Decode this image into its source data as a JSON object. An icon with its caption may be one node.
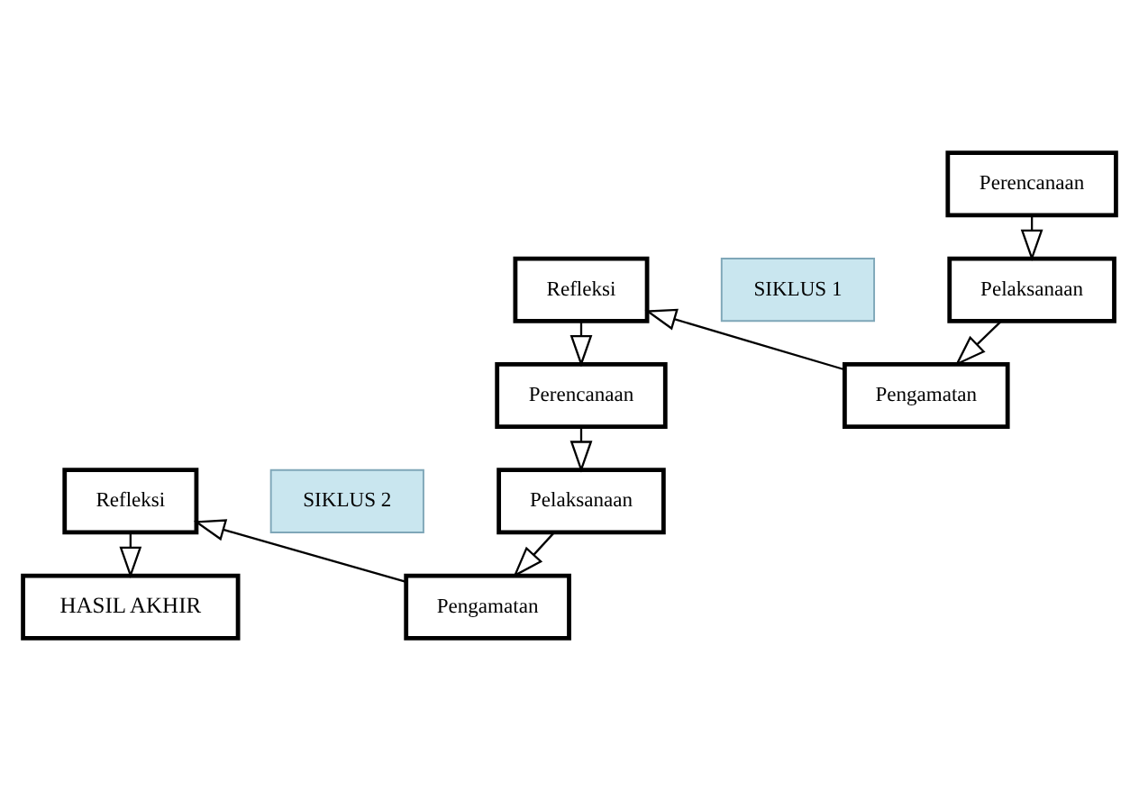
{
  "diagram": {
    "nodes": [
      {
        "text": [
          "Perencanaan"
        ]
      },
      {
        "text": [
          "Refleksi"
        ]
      },
      {
        "text": [
          "SIKLUS 1"
        ]
      },
      {
        "text": [
          "Pelaksanaan"
        ]
      },
      {
        "text": [
          "Pengamatan"
        ]
      },
      {
        "text": [
          "Perencanaan"
        ]
      },
      {
        "text": [
          "Refleksi"
        ]
      },
      {
        "text": [
          "SIKLUS 2"
        ]
      },
      {
        "text": [
          "Pelaksanaan"
        ]
      },
      {
        "text": [
          "Pengamatan"
        ]
      },
      {
        "text": [
          "HASIL AKHIR"
        ]
      }
    ],
    "edges": [
      {
        "from": 0,
        "to": 3,
        "arrow": "to"
      },
      {
        "from": 3,
        "to": 4,
        "arrow": "to"
      },
      {
        "from": 4,
        "to": 1,
        "arrow": "to"
      },
      {
        "from": 1,
        "to": 5,
        "arrow": "to"
      },
      {
        "from": 5,
        "to": 8,
        "arrow": "to"
      },
      {
        "from": 8,
        "to": 9,
        "arrow": "to"
      },
      {
        "from": 9,
        "to": 6,
        "arrow": "to"
      },
      {
        "from": 6,
        "to": 10,
        "arrow": "to"
      }
    ]
  }
}
